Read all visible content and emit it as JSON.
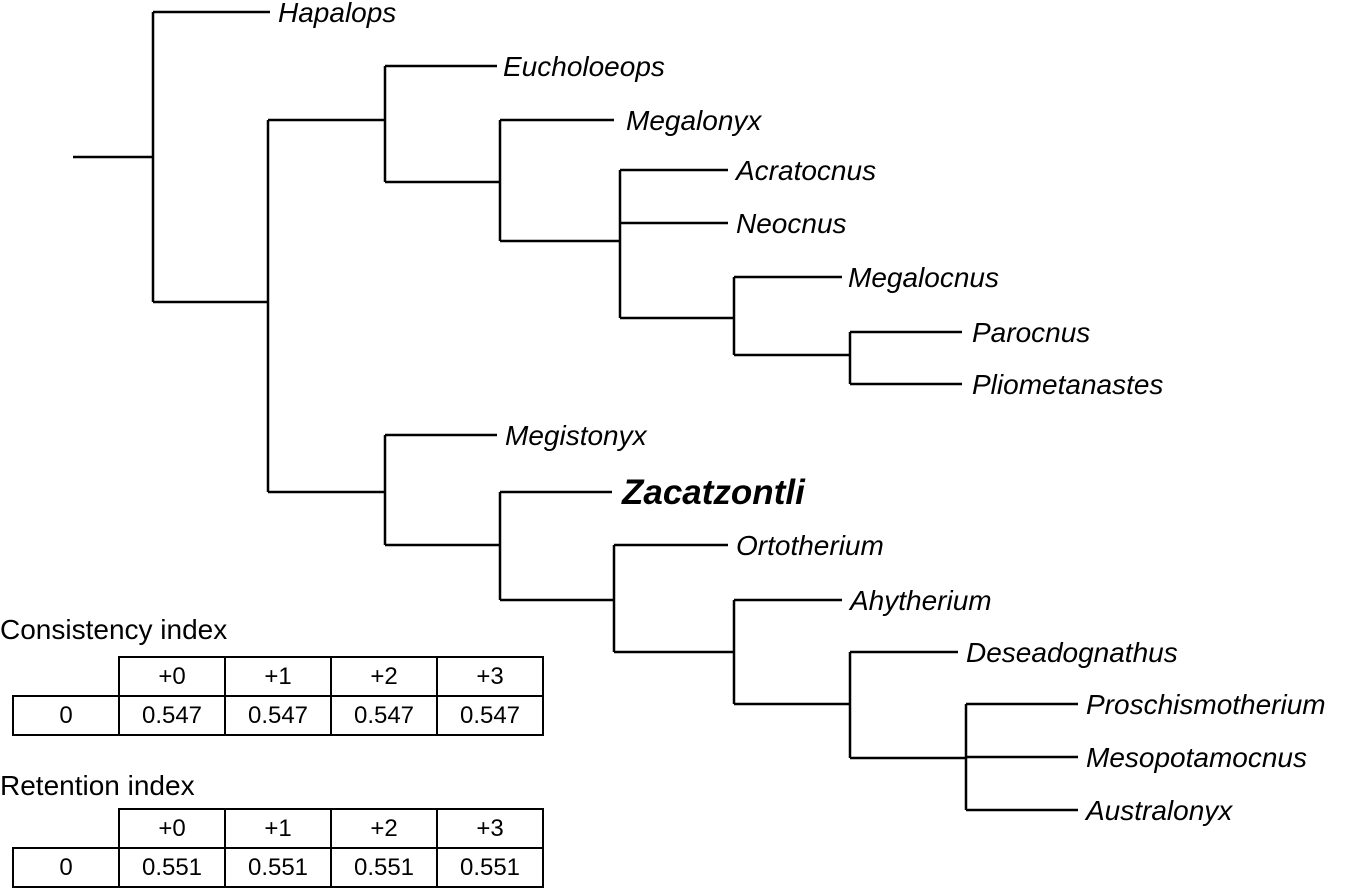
{
  "tree": {
    "taxa": [
      "Hapalops",
      "Eucholoeops",
      "Megalonyx",
      "Acratocnus",
      "Neocnus",
      "Megalocnus",
      "Parocnus",
      "Pliometanastes",
      "Megistonyx",
      "Zacatzontli",
      "Ortotherium",
      "Ahytherium",
      "Deseadognathus",
      "Proschismotherium",
      "Mesopotamocnus",
      "Australonyx"
    ],
    "highlighted": "Zacatzontli"
  },
  "consistency": {
    "title": "Consistency index",
    "headers": [
      "+0",
      "+1",
      "+2",
      "+3"
    ],
    "row_label": "0",
    "values": [
      "0.547",
      "0.547",
      "0.547",
      "0.547"
    ]
  },
  "retention": {
    "title": "Retention index",
    "headers": [
      "+0",
      "+1",
      "+2",
      "+3"
    ],
    "row_label": "0",
    "values": [
      "0.551",
      "0.551",
      "0.551",
      "0.551"
    ]
  }
}
